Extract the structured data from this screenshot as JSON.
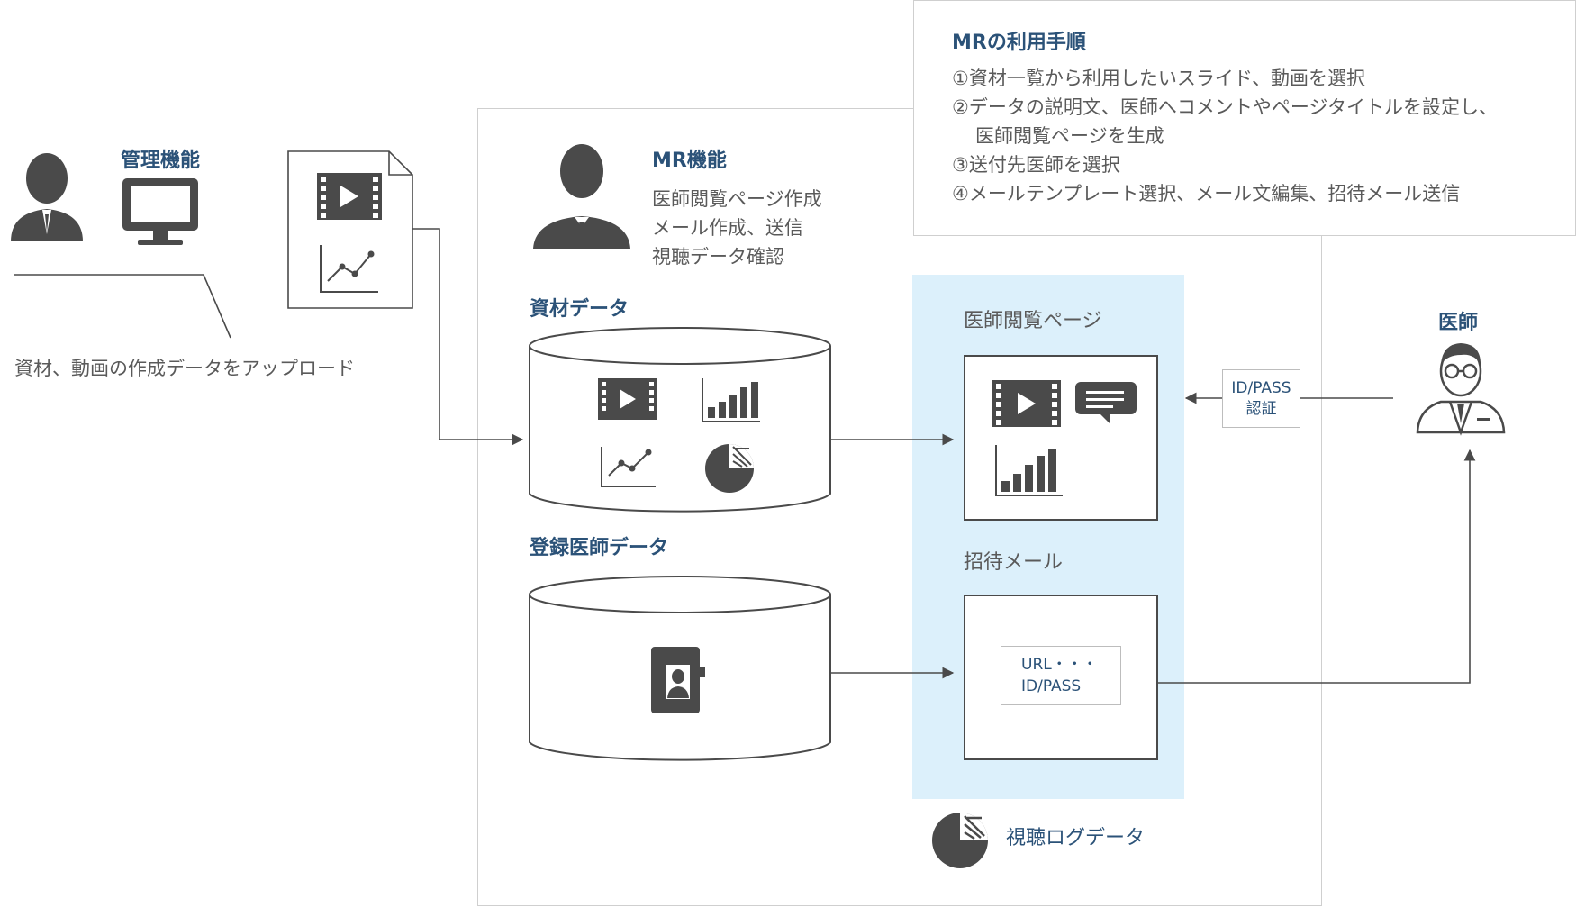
{
  "admin": {
    "title": "管理機能",
    "upload_text": "資材、動画の作成データをアップロード"
  },
  "mr": {
    "title": "MR機能",
    "functions": [
      "医師閲覧ページ作成",
      "メール作成、送信",
      "視聴データ確認"
    ]
  },
  "databases": {
    "materials_title": "資材データ",
    "doctors_title": "登録医師データ"
  },
  "doctor_page": {
    "title": "医師閲覧ページ"
  },
  "invite_mail": {
    "title": "招待メール",
    "line1": "URL・・・",
    "line2": "ID/PASS"
  },
  "auth": {
    "line1": "ID/PASS",
    "line2": "認証"
  },
  "doctor": {
    "title": "医師"
  },
  "log": {
    "label": "視聴ログデータ"
  },
  "procedure": {
    "title": "MRの利用手順",
    "steps": [
      "①資材一覧から利用したいスライド、動画を選択",
      "②データの説明文、医師へコメントやページタイトルを設定し、",
      "医師閲覧ページを生成",
      "③送付先医師を選択",
      "④メールテンプレート選択、メール文編集、招待メール送信"
    ]
  },
  "colors": {
    "heading": "#2b5278",
    "icon": "#4a4a4a",
    "band": "#dcf0fb",
    "border": "#cfcfcf"
  }
}
